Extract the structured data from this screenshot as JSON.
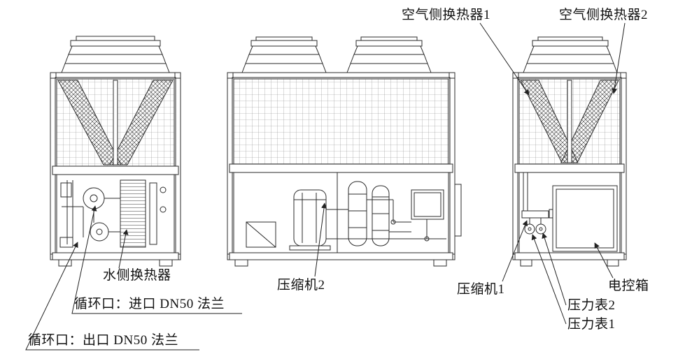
{
  "figure": {
    "background": "#ffffff",
    "line_color": "#222222"
  },
  "labels": {
    "air_hx1": "空气侧换热器1",
    "air_hx2": "空气侧换热器2",
    "water_hx": "水侧换热器",
    "circ_inlet": "循环口：进口 DN50 法兰",
    "circ_outlet": "循环口：出口 DN50 法兰",
    "compressor2": "压缩机2",
    "compressor1": "压缩机1",
    "control_box": "电控箱",
    "gauge2": "压力表2",
    "gauge1": "压力表1"
  }
}
